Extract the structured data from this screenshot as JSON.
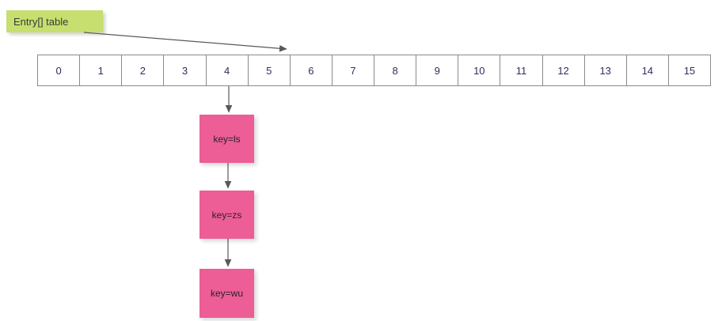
{
  "diagram": {
    "title_label": "Entry[] table",
    "background_color": "#ffffff",
    "label_color": "#c6df6e",
    "node_color": "#ed5d96",
    "border_color": "#8a8a8a",
    "connector_color": "#595959",
    "array": {
      "name": "Entry[] table",
      "cells": [
        {
          "index": "0"
        },
        {
          "index": "1"
        },
        {
          "index": "2"
        },
        {
          "index": "3"
        },
        {
          "index": "4"
        },
        {
          "index": "5"
        },
        {
          "index": "6"
        },
        {
          "index": "7"
        },
        {
          "index": "8"
        },
        {
          "index": "9"
        },
        {
          "index": "10"
        },
        {
          "index": "11"
        },
        {
          "index": "12"
        },
        {
          "index": "13"
        },
        {
          "index": "14"
        },
        {
          "index": "15"
        }
      ]
    },
    "chain": {
      "bucket_index": "4",
      "nodes": [
        {
          "label": "key=ls"
        },
        {
          "label": "key=zs"
        },
        {
          "label": "key=wu"
        }
      ]
    }
  }
}
